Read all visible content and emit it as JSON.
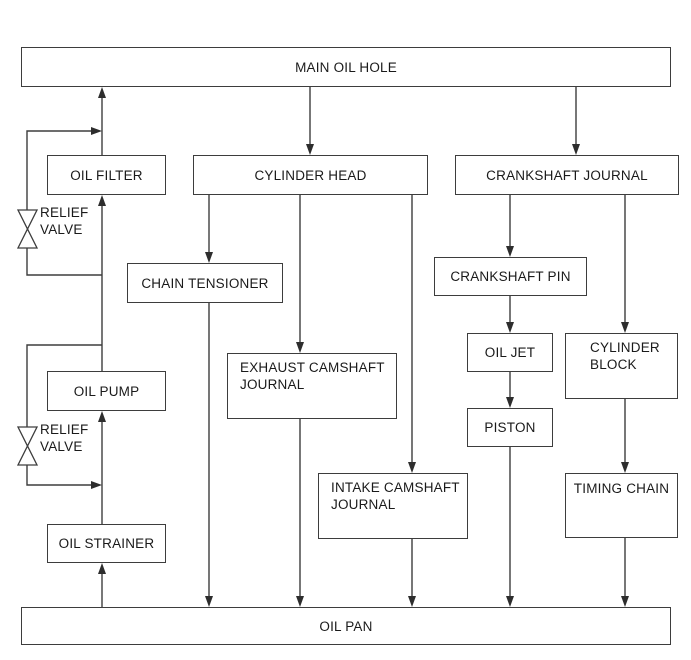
{
  "diagram": {
    "nodes": {
      "main_oil_hole": "MAIN OIL HOLE",
      "oil_filter": "OIL FILTER",
      "cylinder_head": "CYLINDER HEAD",
      "crankshaft_journal": "CRANKSHAFT JOURNAL",
      "chain_tensioner": "CHAIN TENSIONER",
      "crankshaft_pin": "CRANKSHAFT PIN",
      "exhaust_camshaft_journal": "EXHAUST CAMSHAFT\nJOURNAL",
      "oil_jet": "OIL JET",
      "cylinder_block": "CYLINDER\nBLOCK",
      "oil_pump": "OIL PUMP",
      "piston": "PISTON",
      "intake_camshaft_journal": "INTAKE CAMSHAFT\nJOURNAL",
      "timing_chain": "TIMING CHAIN",
      "oil_strainer": "OIL STRAINER",
      "oil_pan": "OIL PAN"
    },
    "relief_valves": {
      "upper_label": "RELIEF\nVALVE",
      "upper_bypasses": "OIL FILTER",
      "lower_label": "RELIEF\nVALVE",
      "lower_bypasses": "OIL PUMP"
    },
    "edges": [
      {
        "from": "oil_pan",
        "to": "oil_strainer"
      },
      {
        "from": "oil_strainer",
        "to": "oil_pump"
      },
      {
        "from": "oil_pump",
        "to": "oil_filter"
      },
      {
        "from": "oil_filter",
        "to": "main_oil_hole"
      },
      {
        "from": "main_oil_hole",
        "to": "cylinder_head"
      },
      {
        "from": "main_oil_hole",
        "to": "crankshaft_journal"
      },
      {
        "from": "cylinder_head",
        "to": "chain_tensioner"
      },
      {
        "from": "cylinder_head",
        "to": "exhaust_camshaft_journal"
      },
      {
        "from": "cylinder_head",
        "to": "intake_camshaft_journal"
      },
      {
        "from": "chain_tensioner",
        "to": "oil_pan"
      },
      {
        "from": "exhaust_camshaft_journal",
        "to": "oil_pan"
      },
      {
        "from": "intake_camshaft_journal",
        "to": "oil_pan"
      },
      {
        "from": "crankshaft_journal",
        "to": "crankshaft_pin"
      },
      {
        "from": "crankshaft_journal",
        "to": "cylinder_block"
      },
      {
        "from": "crankshaft_pin",
        "to": "oil_jet"
      },
      {
        "from": "oil_jet",
        "to": "piston"
      },
      {
        "from": "piston",
        "to": "oil_pan"
      },
      {
        "from": "cylinder_block",
        "to": "timing_chain"
      },
      {
        "from": "timing_chain",
        "to": "oil_pan"
      }
    ],
    "colors": {
      "line": "#3d3d3d",
      "text": "#1a1a1a",
      "background": "#ffffff"
    }
  }
}
